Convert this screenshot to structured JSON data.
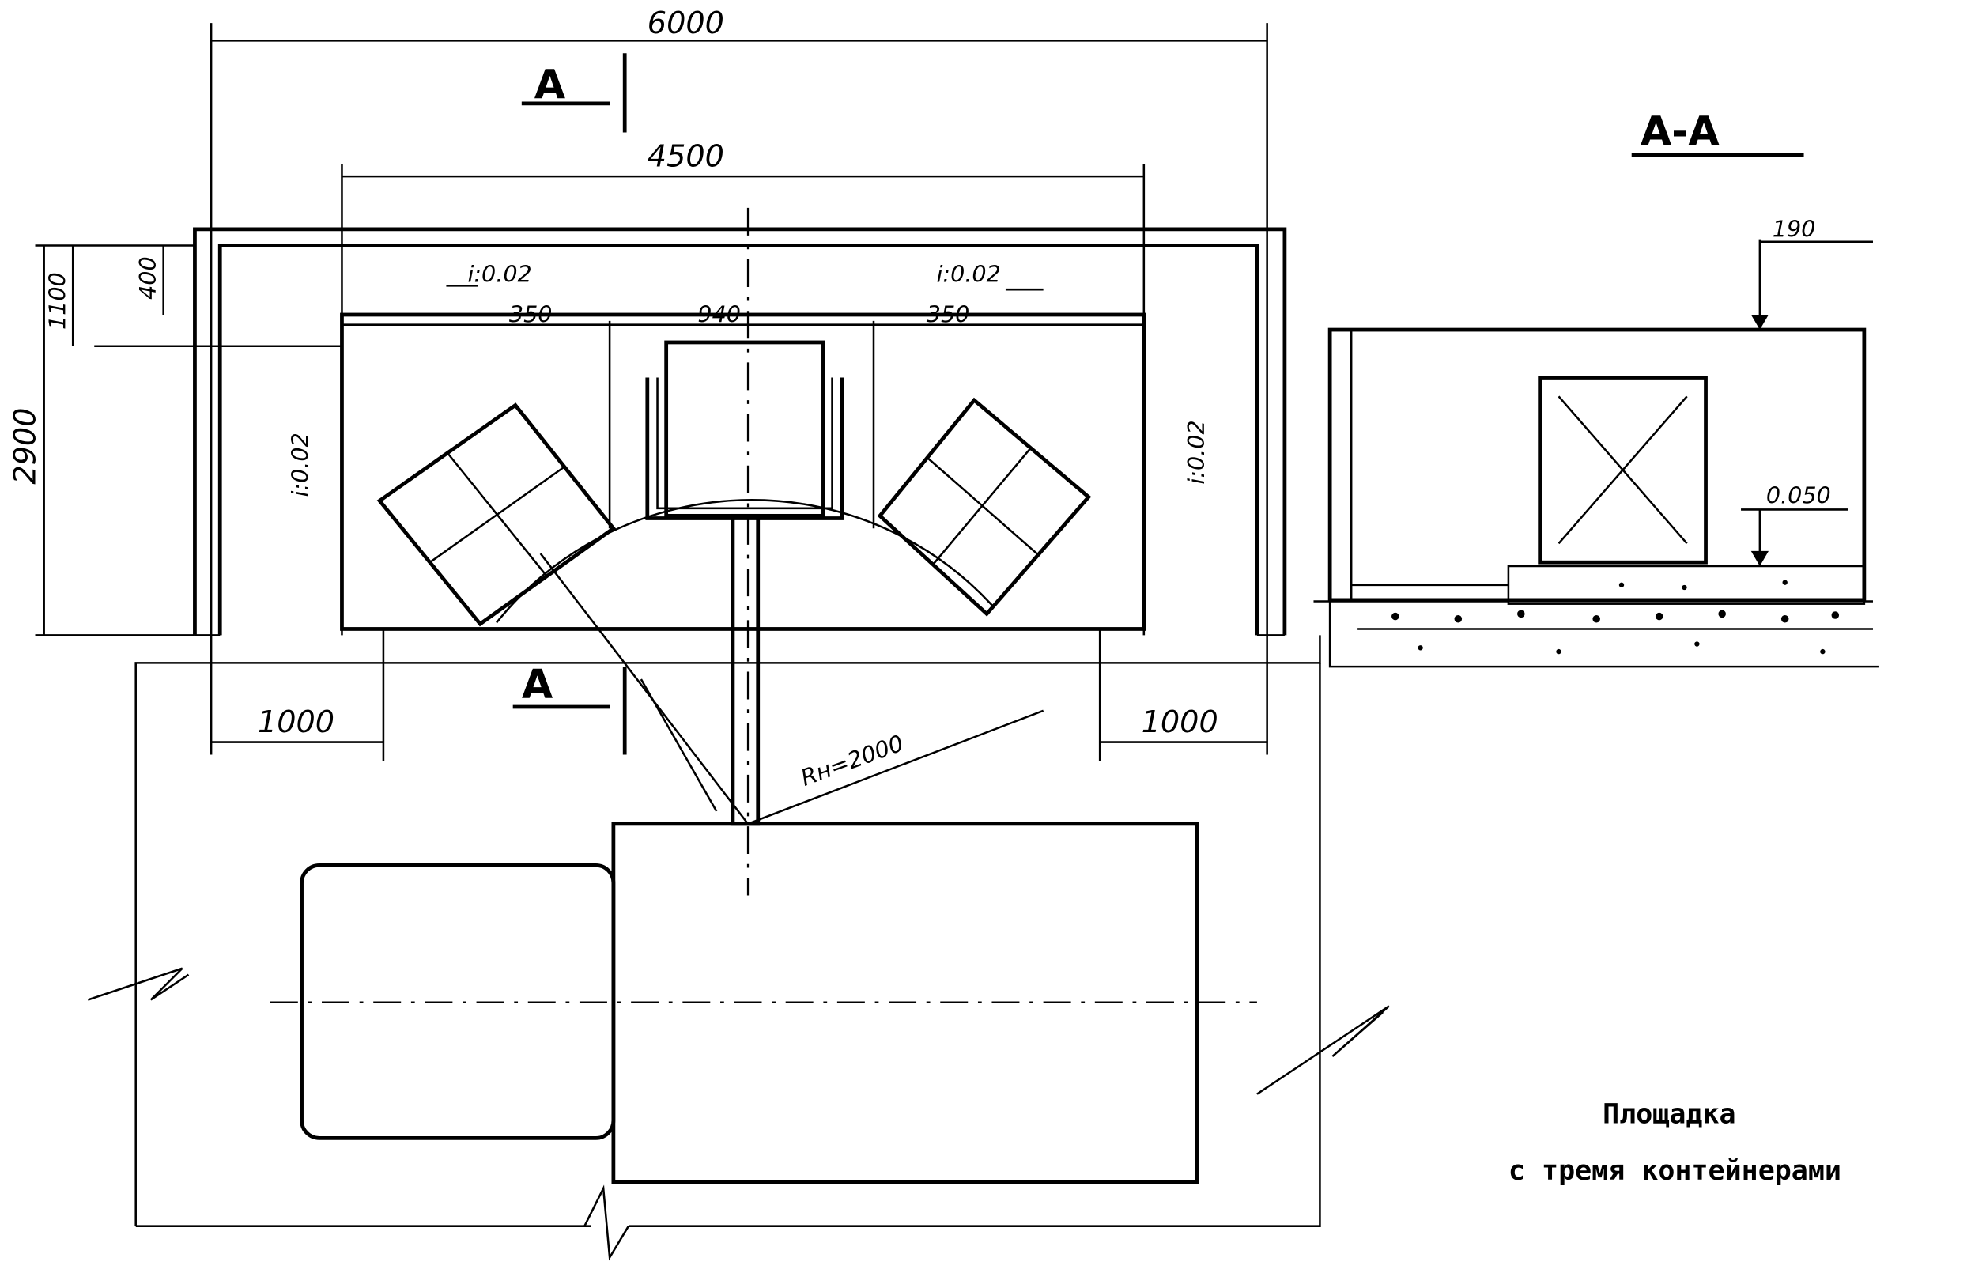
{
  "dimensions": {
    "overall_width": "6000",
    "inner_width": "4500",
    "left_gap": "350",
    "center_width": "940",
    "right_gap": "350",
    "height_total": "2900",
    "height_1100": "1100",
    "height_400": "400",
    "left_clearance": "1000",
    "right_clearance": "1000",
    "radius": "Rн=2000"
  },
  "slopes": [
    "i:0.02",
    "i:0.02",
    "i:0.02",
    "i:0.02"
  ],
  "section": {
    "marker_top": "А",
    "marker_bottom": "А",
    "title": "А-А",
    "thickness": "190",
    "level": "0.050"
  },
  "caption": {
    "line1": "Площадка",
    "line2": "с тремя контейнерами"
  }
}
